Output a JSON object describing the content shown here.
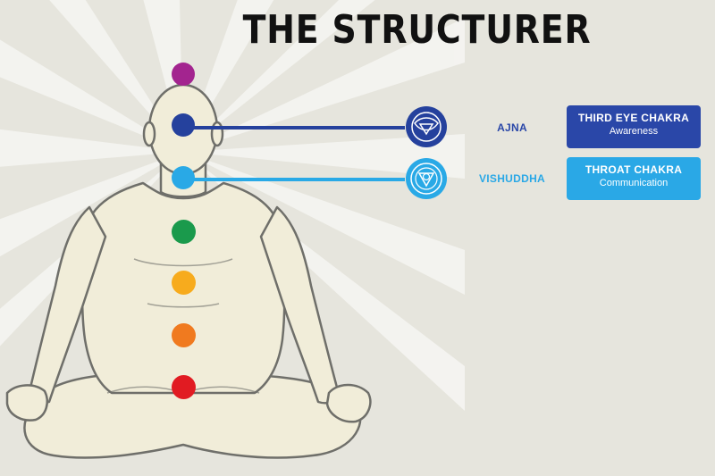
{
  "title": "THE STRUCTURER",
  "colors": {
    "background": "#e6e5dd",
    "figure_fill": "#f1edd9",
    "figure_stroke": "#6f6f6a",
    "crown": "#a3248f",
    "third_eye": "#25419d",
    "throat": "#29a9e6",
    "heart": "#1a9a4c",
    "solar_plexus": "#f7ab1d",
    "sacral": "#f07a1f",
    "root": "#e11b22"
  },
  "labeled_chakras": [
    {
      "sanskrit": "AJNA",
      "name": "THIRD EYE CHAKRA",
      "quality": "Awareness",
      "color": "#2a47a8",
      "symbol": "third-eye-chakra-symbol-icon"
    },
    {
      "sanskrit": "VISHUDDHA",
      "name": "THROAT CHAKRA",
      "quality": "Communication",
      "color": "#2aa8e6",
      "symbol": "throat-chakra-symbol-icon"
    }
  ]
}
